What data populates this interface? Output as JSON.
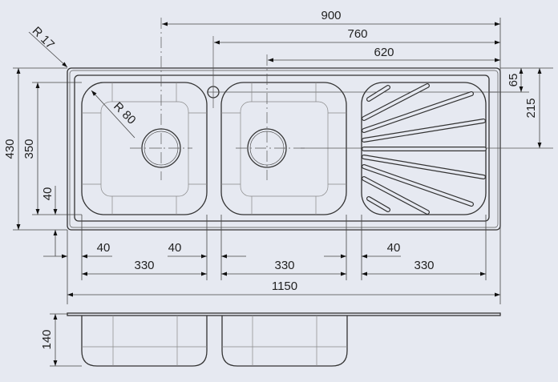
{
  "drawing": {
    "background_color": "#e6e9f1",
    "line_color": "#333333",
    "labels": {
      "corner_radius": "R 17",
      "bowl_radius": "R 80",
      "width_900": "900",
      "width_760": "760",
      "width_620": "620",
      "height_430": "430",
      "height_350": "350",
      "offset_40_left": "40",
      "depth_65": "65",
      "center_215": "215",
      "offset_40_a": "40",
      "offset_40_b": "40",
      "offset_40_c": "40",
      "bowl_330_a": "330",
      "bowl_330_b": "330",
      "drainer_330": "330",
      "total_1150": "1150",
      "depth_140": "140"
    }
  }
}
